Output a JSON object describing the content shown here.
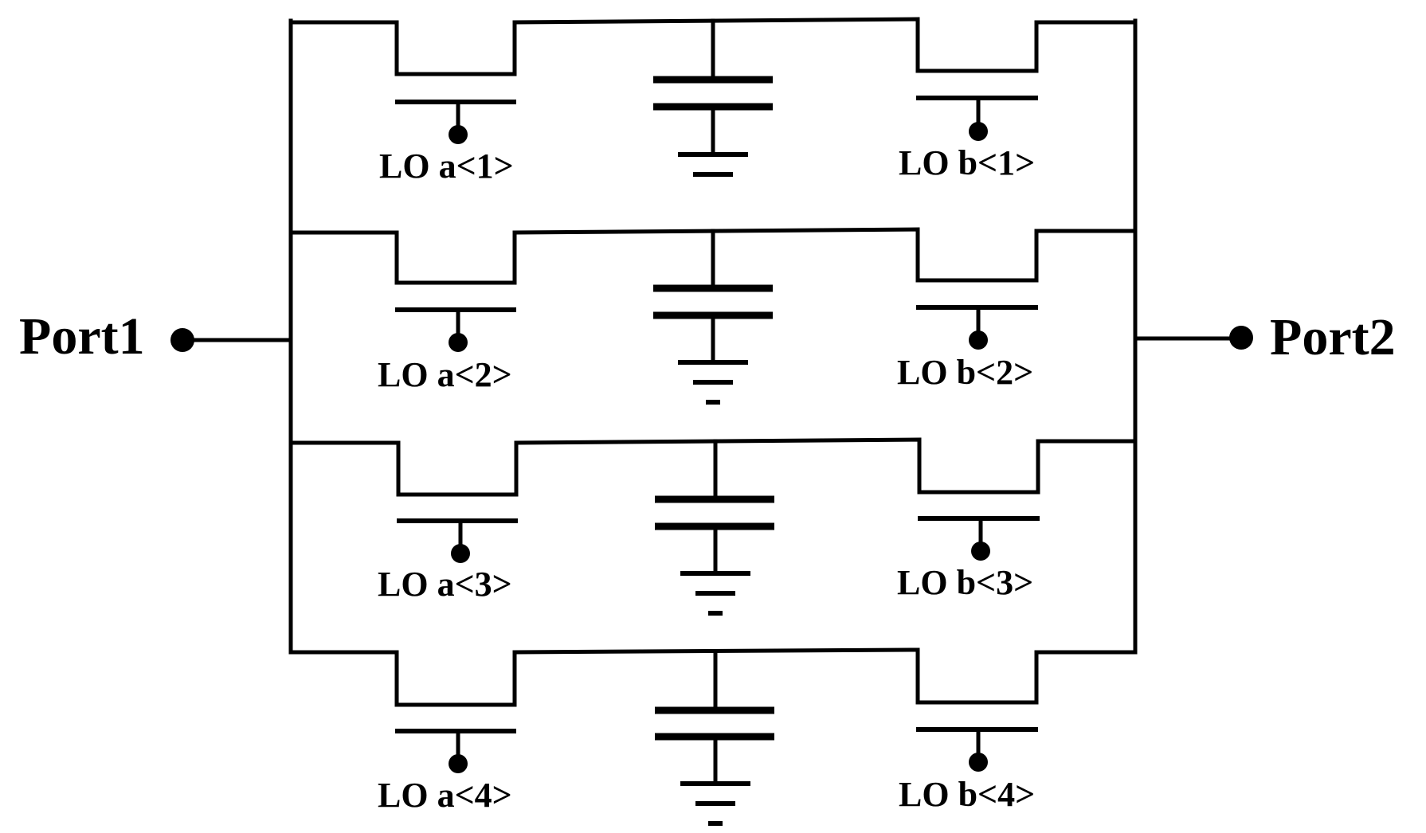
{
  "ports": {
    "left": "Port1",
    "right": "Port2"
  },
  "branches": [
    {
      "lo_a": "LO a<1>",
      "lo_b": "LO b<1>"
    },
    {
      "lo_a": "LO a<2>",
      "lo_b": "LO b<2>"
    },
    {
      "lo_a": "LO a<3>",
      "lo_b": "LO b<3>"
    },
    {
      "lo_a": "LO a<4>",
      "lo_b": "LO b<4>"
    }
  ],
  "colors": {
    "ink": "#000000",
    "background": "#ffffff"
  }
}
